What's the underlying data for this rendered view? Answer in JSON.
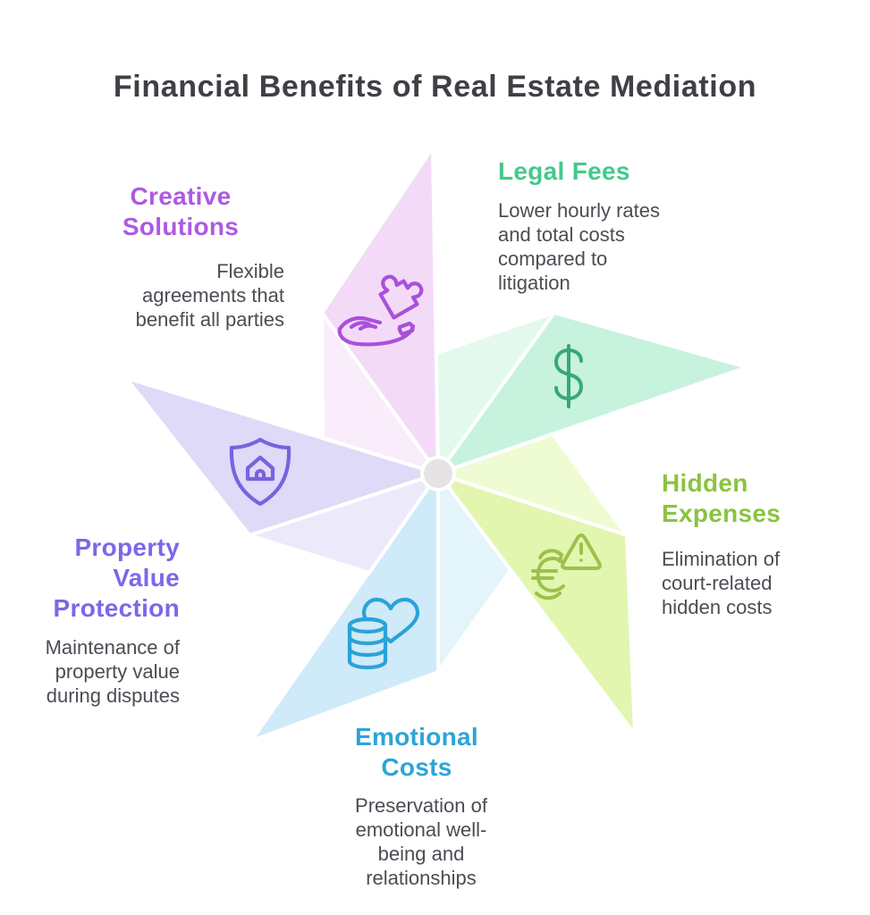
{
  "page": {
    "title": "Financial Benefits of Real Estate Mediation",
    "title_color": "#3f3f46",
    "background": "#ffffff"
  },
  "text_color": "#4c4c54",
  "center_hub": {
    "fill": "#e6e3e5",
    "ring": "#ffffff"
  },
  "sections": [
    {
      "id": "creative-solutions",
      "title": "Creative\nSolutions",
      "description": "Flexible\nagreements that\nbenefit all parties",
      "accent": "#ad5ae2",
      "icon": "hand-puzzle-icon",
      "icon_color": "#aa4fdd",
      "petal_main": "#f3dbf7",
      "petal_light": "#f9ecfb"
    },
    {
      "id": "legal-fees",
      "title": "Legal Fees",
      "description": "Lower hourly rates\nand total costs\ncompared to\nlitigation",
      "accent": "#44c98a",
      "icon": "dollar-sign-icon",
      "icon_color": "#38a874",
      "petal_main": "#c7f2de",
      "petal_light": "#e3f9ee"
    },
    {
      "id": "hidden-expenses",
      "title": "Hidden\nExpenses",
      "description": "Elimination of\ncourt-related\nhidden costs",
      "accent": "#8bc341",
      "icon": "euro-warning-icon",
      "icon_color": "#9dc14c",
      "petal_main": "#e2f6b0",
      "petal_light": "#effbd3"
    },
    {
      "id": "emotional-costs",
      "title": "Emotional\nCosts",
      "description": "Preservation of\nemotional well-\nbeing and\nrelationships",
      "accent": "#2da4d8",
      "icon": "heart-coins-icon",
      "icon_color": "#2aa3d8",
      "petal_main": "#cfeaf8",
      "petal_light": "#e4f4fb"
    },
    {
      "id": "property-value-protection",
      "title": "Property\nValue\nProtection",
      "description": "Maintenance of\nproperty value\nduring disputes",
      "accent": "#7b68e8",
      "icon": "shield-home-icon",
      "icon_color": "#7b61e0",
      "petal_main": "#dedaf7",
      "petal_light": "#ece9fb"
    }
  ]
}
